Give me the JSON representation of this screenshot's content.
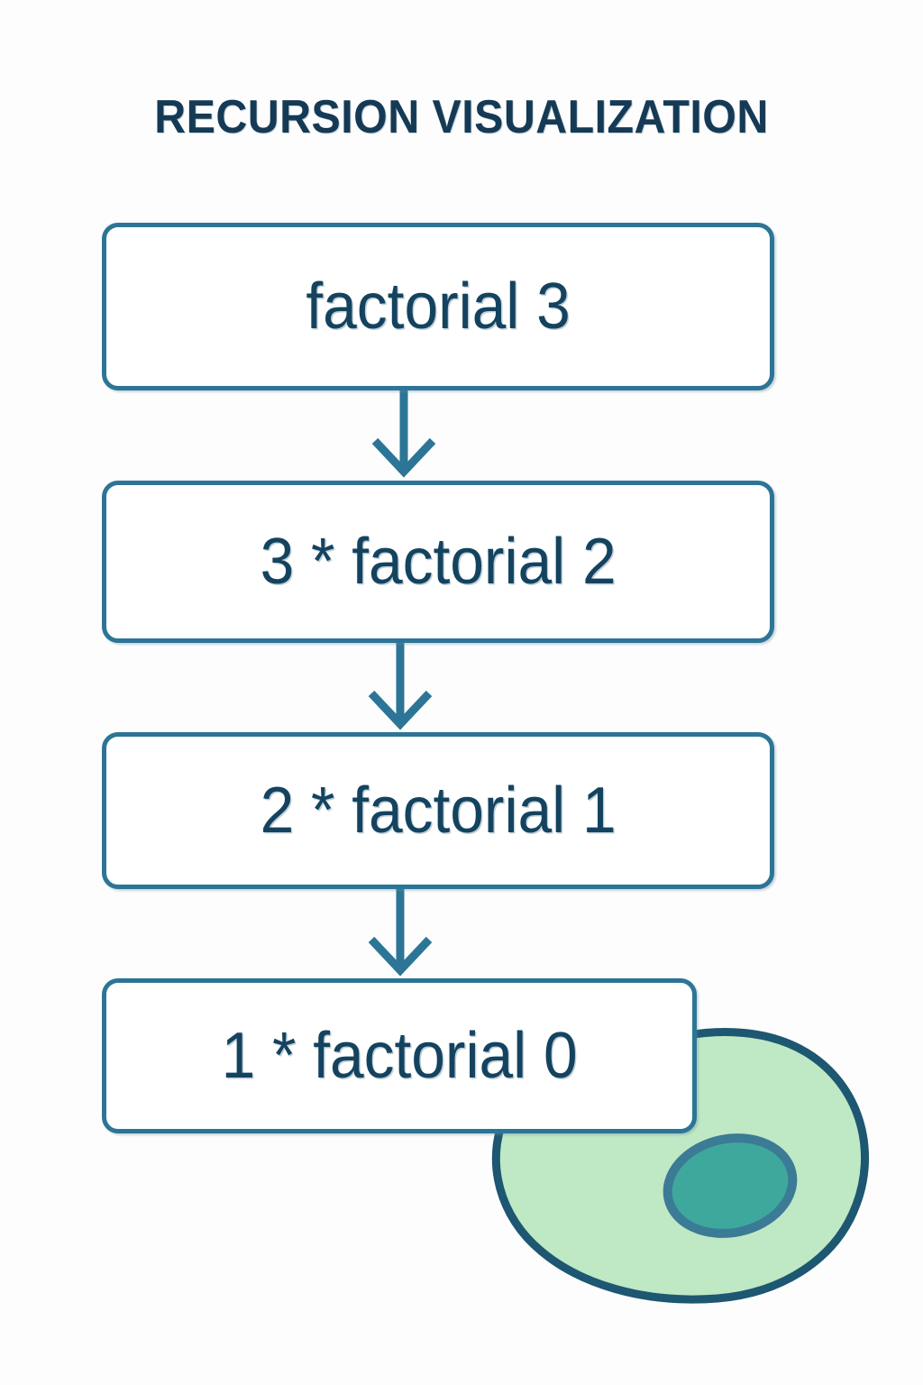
{
  "page": {
    "title": "RECURSION VISUALIZATION",
    "background_color": "#fdfdfd"
  },
  "colors": {
    "title_text": "#153a55",
    "box_border": "#2c7597",
    "box_fill": "#ffffff",
    "box_text": "#14435f",
    "arrow": "#2c7597",
    "blob_fill": "#bfe8c4",
    "blob_outline": "#1d5771",
    "blob_nucleus_fill": "#3fa89d",
    "blob_nucleus_outline": "#3b7b96"
  },
  "diagram": {
    "type": "flowchart",
    "orientation": "vertical",
    "nodes": [
      {
        "id": "node-0",
        "label": "factorial 3"
      },
      {
        "id": "node-1",
        "label": "3 * factorial 2"
      },
      {
        "id": "node-2",
        "label": "2 * factorial 1"
      },
      {
        "id": "node-3",
        "label": "1 * factorial 0"
      }
    ],
    "edges": [
      {
        "from": "node-0",
        "to": "node-1",
        "style": "arrow-down"
      },
      {
        "from": "node-1",
        "to": "node-2",
        "style": "arrow-down"
      },
      {
        "from": "node-2",
        "to": "node-3",
        "style": "arrow-down"
      }
    ],
    "decoration": {
      "name": "green-blob",
      "shape": "organic-blob-with-nucleus",
      "label": ""
    }
  }
}
